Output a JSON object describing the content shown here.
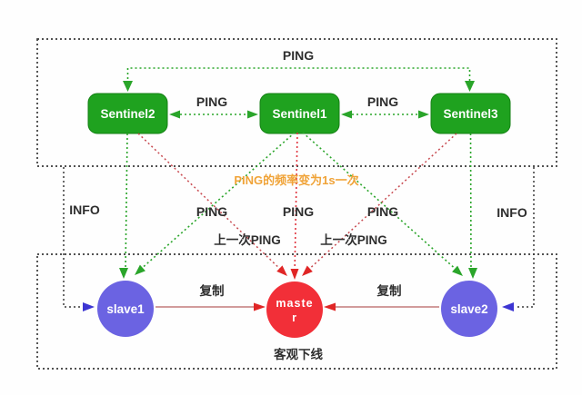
{
  "colors": {
    "sentinel_green": "#1fa21f",
    "green_line": "#2aa52a",
    "red_line_diag": "#c84a50",
    "red_line_vert": "#e0353f",
    "master_red": "#f22f38",
    "slave_blue": "#6b63e2",
    "blue_arrow": "#3c35d2",
    "replicate_line": "#c47b7b",
    "replicate_arrow": "#e02626",
    "orange_note": "#f0a338",
    "border_dark": "#3a3a3a",
    "label_dark": "#2e2e2e"
  },
  "sentinels": {
    "ping_top": "PING",
    "ping_left_pair": "PING",
    "ping_right_pair": "PING",
    "nodes": [
      {
        "label": "Sentinel2"
      },
      {
        "label": "Sentinel1"
      },
      {
        "label": "Sentinel3"
      }
    ]
  },
  "middle": {
    "info_left": "INFO",
    "info_right": "INFO",
    "orange_note": "PING的频率变为1s一次",
    "ping_labels": [
      "PING",
      "PING",
      "PING"
    ],
    "last_ping_labels": [
      "上一次PING",
      "上一次PING"
    ]
  },
  "servers": {
    "slave1": {
      "label": "slave1"
    },
    "master": {
      "label": "master",
      "line1": "maste",
      "line2": "r"
    },
    "slave2": {
      "label": "slave2"
    },
    "replicate_left": "复制",
    "replicate_right": "复制",
    "offline_label": "客观下线"
  }
}
